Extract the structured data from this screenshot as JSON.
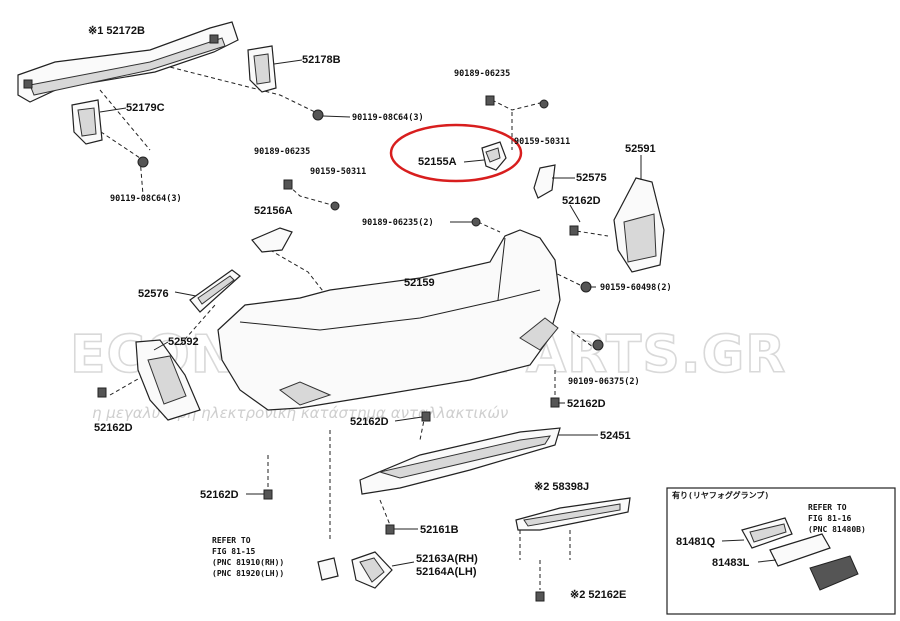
{
  "watermark": {
    "main": "ECONOMYCARPARTS.GR",
    "sub": "η μεγαλύτερη ηλεκτρονική κατάστημα ανταλλακτικών"
  },
  "labels": {
    "p52172B": "※1 52172B",
    "p52178B": "52178B",
    "p52179C": "52179C",
    "p90119_top": "90119-08C64(3)",
    "p90119_left": "90119-08C64(3)",
    "p90189_top": "90189-06235",
    "p90159_top": "90159-50311",
    "p52155A": "52155A",
    "p52591": "52591",
    "p90189_mid": "90189-06235",
    "p90159_mid": "90159-50311",
    "p52575": "52575",
    "p52162D_r1": "52162D",
    "p52156A": "52156A",
    "p90189_2": "90189-06235(2)",
    "p52159": "52159",
    "p90159_60498": "90159-60498(2)",
    "p52576": "52576",
    "p52592": "52592",
    "p90109": "90109-06375(2)",
    "p52162D_r2": "52162D",
    "p52162D_l": "52162D",
    "p52162D_c": "52162D",
    "p52451": "52451",
    "p52162D_b": "52162D",
    "p58398J": "※2 58398J",
    "p52161B": "52161B",
    "p52163A": "52163A(RH)",
    "p52164A": "52164A(LH)",
    "p52162E": "※2 52162E",
    "ref1_l1": "REFER TO",
    "ref1_l2": "FIG 81-15",
    "ref1_l3": "(PNC 81910(RH))",
    "ref1_l4": "(PNC 81920(LH))",
    "inset_title": "有り(リヤフォググランプ)",
    "ref2_l1": "REFER TO",
    "ref2_l2": "FIG 81-16",
    "ref2_l3": "(PNC 81480B)",
    "p81481Q": "81481Q",
    "p81483L": "81483L"
  },
  "highlight": {
    "color": "#d81e1e",
    "target": "52155A"
  }
}
